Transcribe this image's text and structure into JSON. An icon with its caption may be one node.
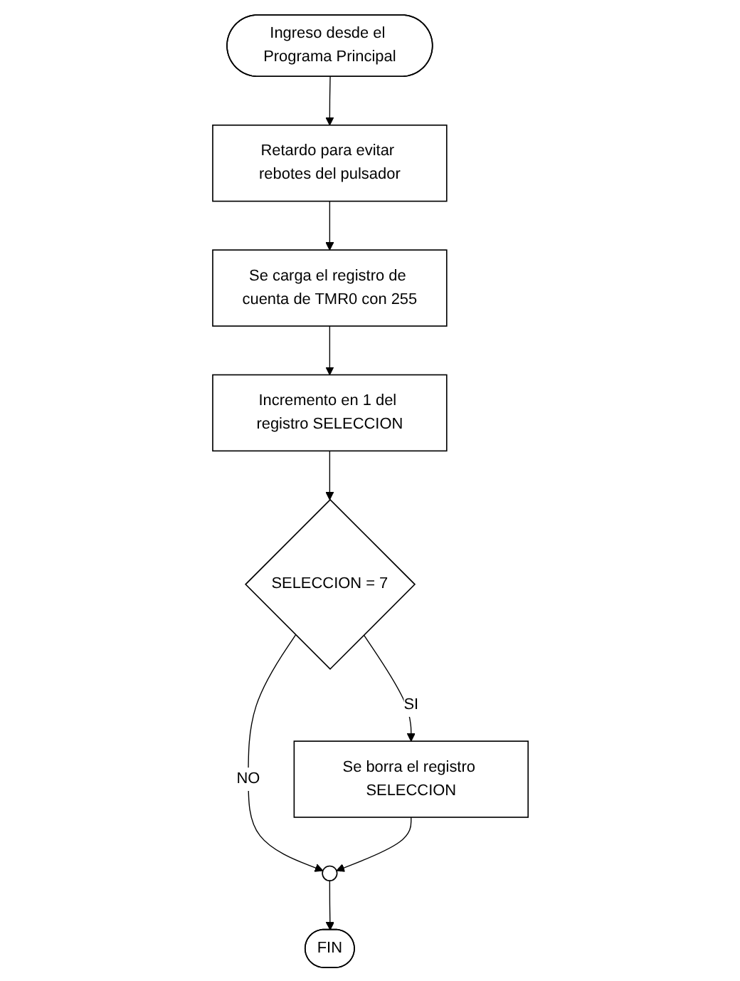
{
  "diagram": {
    "nodes": [
      {
        "text": [
          "Ingreso desde el Programa Principal"
        ]
      },
      {
        "text": [
          "Retardo para evitar rebotes del pulsador"
        ]
      },
      {
        "text": [
          "Se carga el registro de cuenta de TMR0 con 255"
        ]
      },
      {
        "text": [
          "Incremento en 1 del registro SELECCION"
        ]
      },
      {
        "text": [
          "SELECCION = 7"
        ]
      },
      {
        "text": [
          "Se borra el registro SELECCION"
        ]
      },
      {
        "text": [],
        "shape": "circle"
      },
      {
        "text": [
          "FIN"
        ]
      }
    ],
    "edges": [
      {
        "from": 0,
        "to": 1,
        "arrow": "to"
      },
      {
        "from": 1,
        "to": 2,
        "arrow": "to"
      },
      {
        "from": 2,
        "to": 3,
        "arrow": "to"
      },
      {
        "from": 3,
        "to": 4,
        "arrow": "to"
      },
      {
        "from": 4,
        "to": 5,
        "label": "SI",
        "arrow": "to"
      },
      {
        "from": 4,
        "to": 6,
        "label": "NO",
        "arrow": "to"
      },
      {
        "from": 5,
        "to": 6,
        "arrow": "to"
      },
      {
        "from": 6,
        "to": 7,
        "arrow": "to"
      }
    ]
  }
}
